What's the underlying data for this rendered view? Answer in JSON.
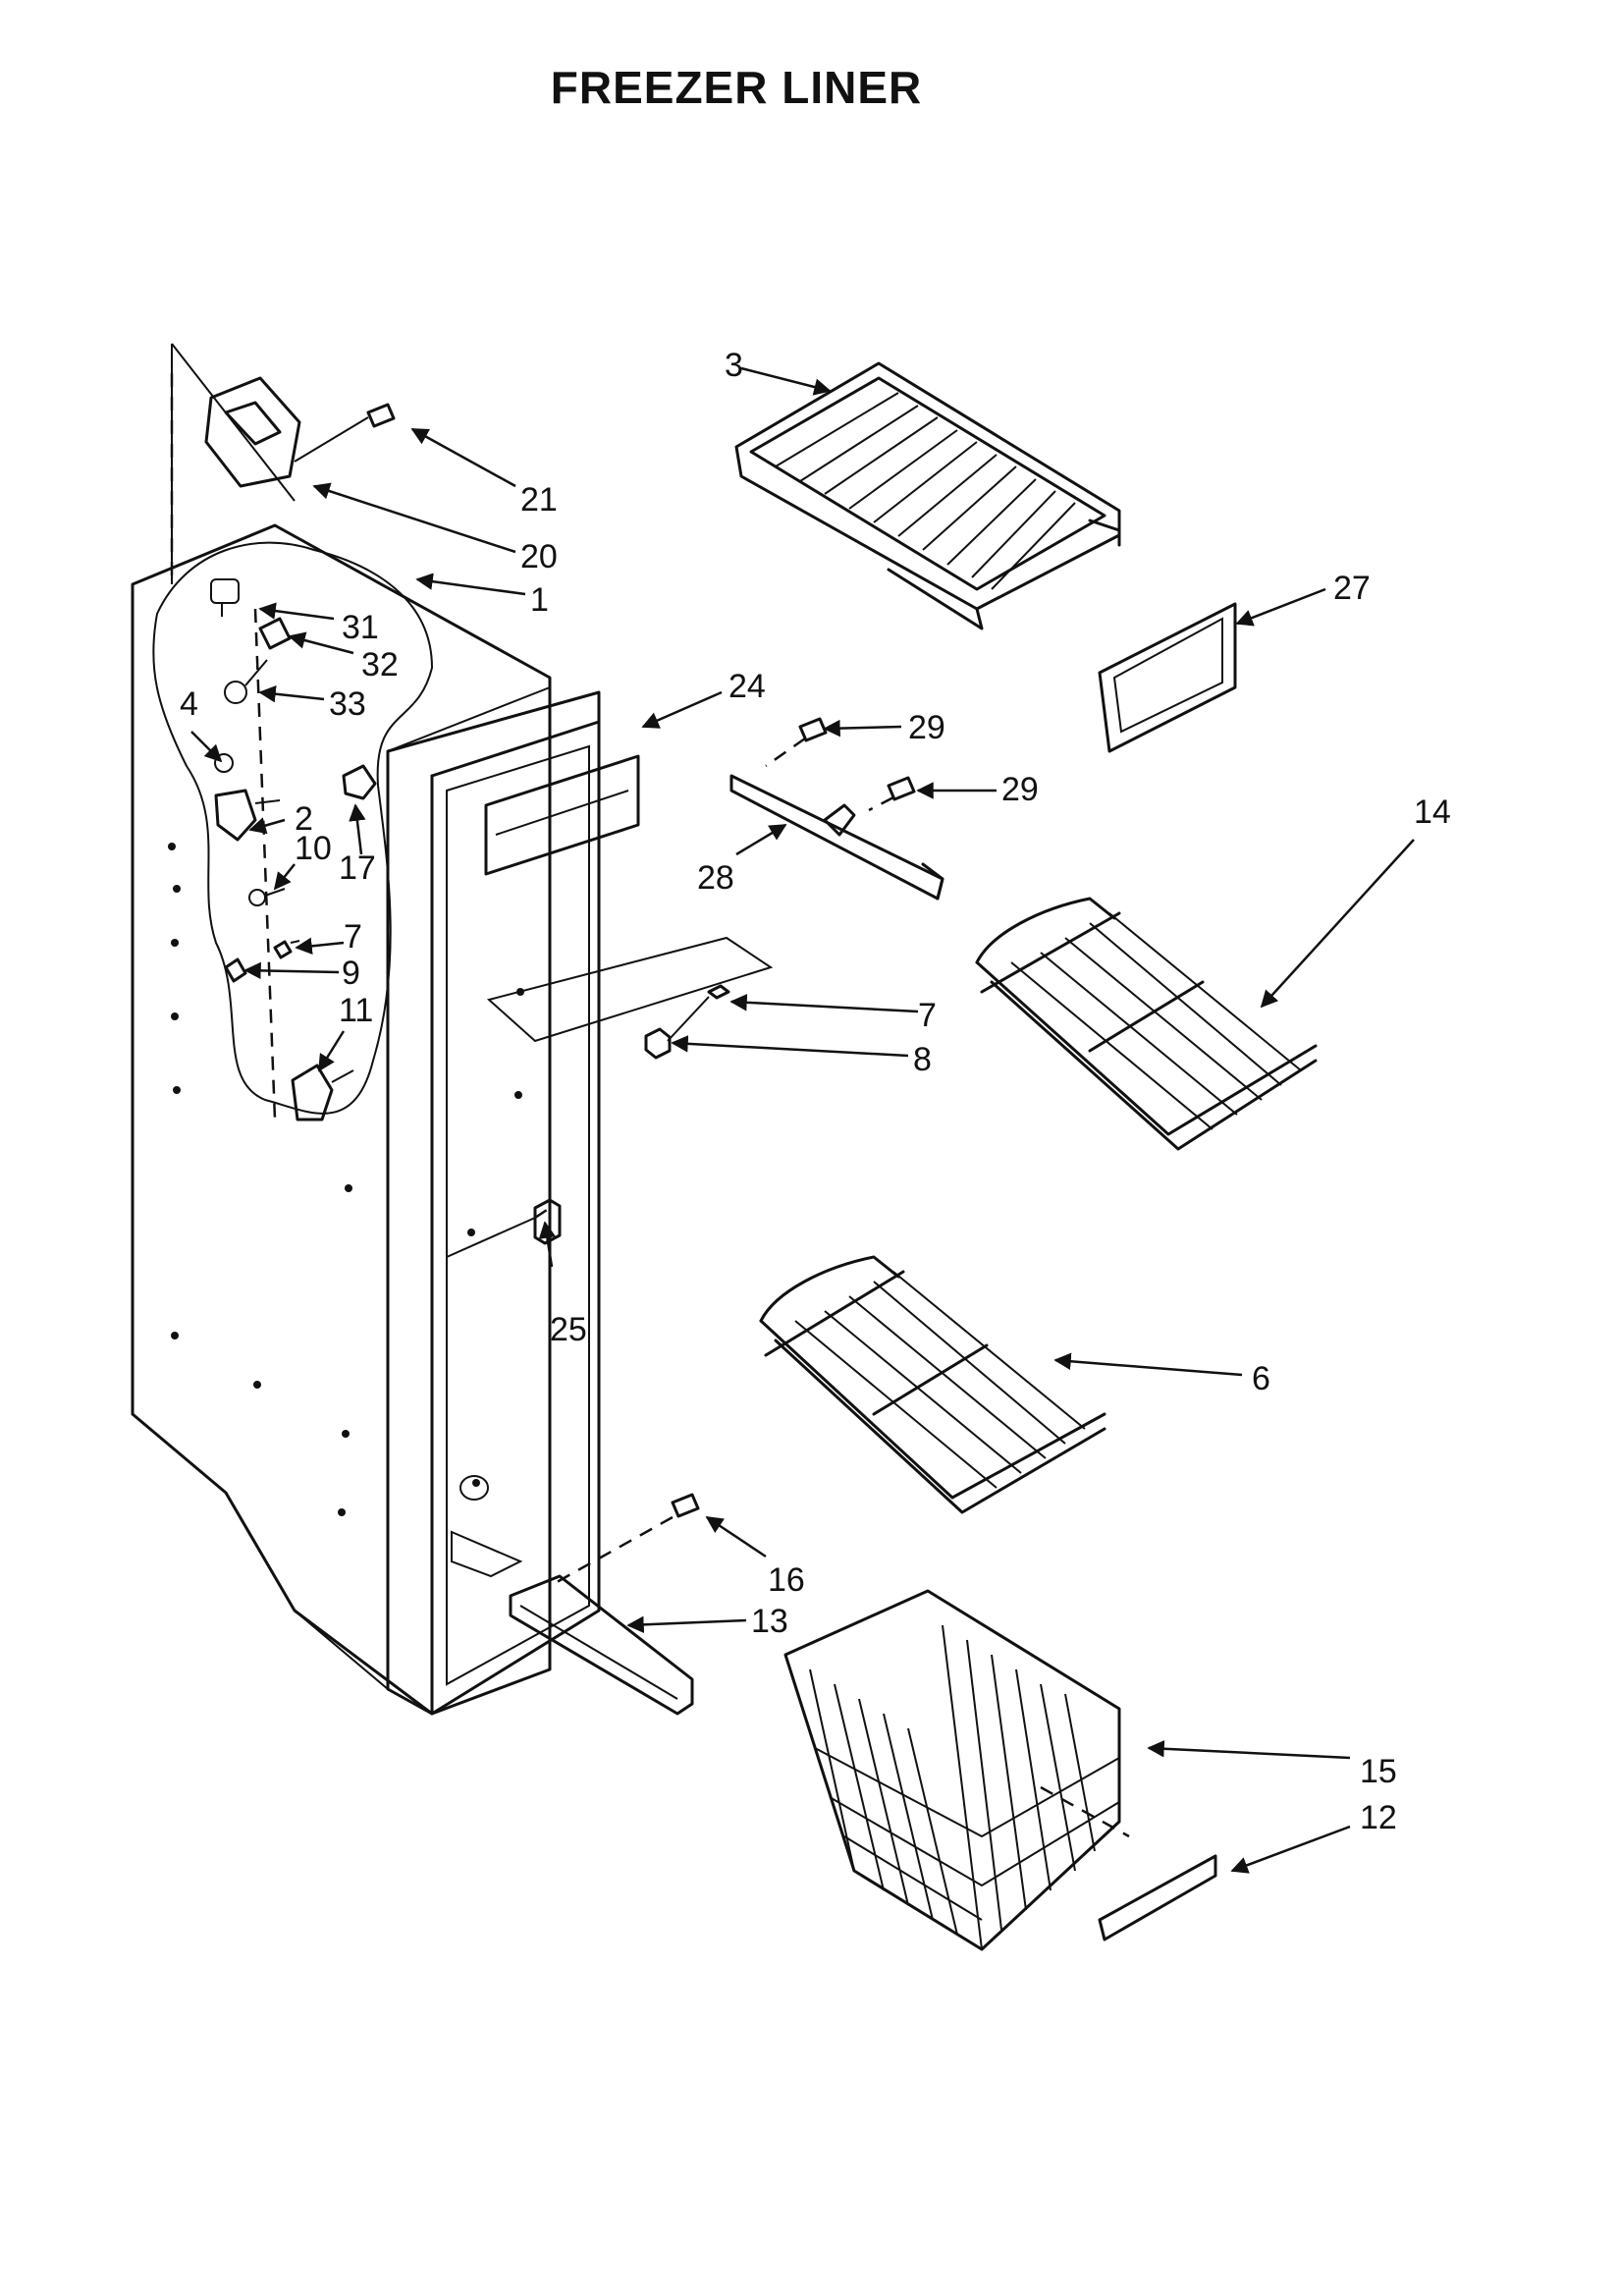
{
  "title": "FREEZER LINER",
  "callouts": {
    "c1": "1",
    "c2": "2",
    "c3": "3",
    "c4": "4",
    "c6": "6",
    "c7a": "7",
    "c7b": "7",
    "c8": "8",
    "c9": "9",
    "c10": "10",
    "c11": "11",
    "c12": "12",
    "c13": "13",
    "c14": "14",
    "c15": "15",
    "c16": "16",
    "c17": "17",
    "c20": "20",
    "c21": "21",
    "c24": "24",
    "c25": "25",
    "c27": "27",
    "c28": "28",
    "c29a": "29",
    "c29b": "29",
    "c31": "31",
    "c32": "32",
    "c33": "33"
  }
}
